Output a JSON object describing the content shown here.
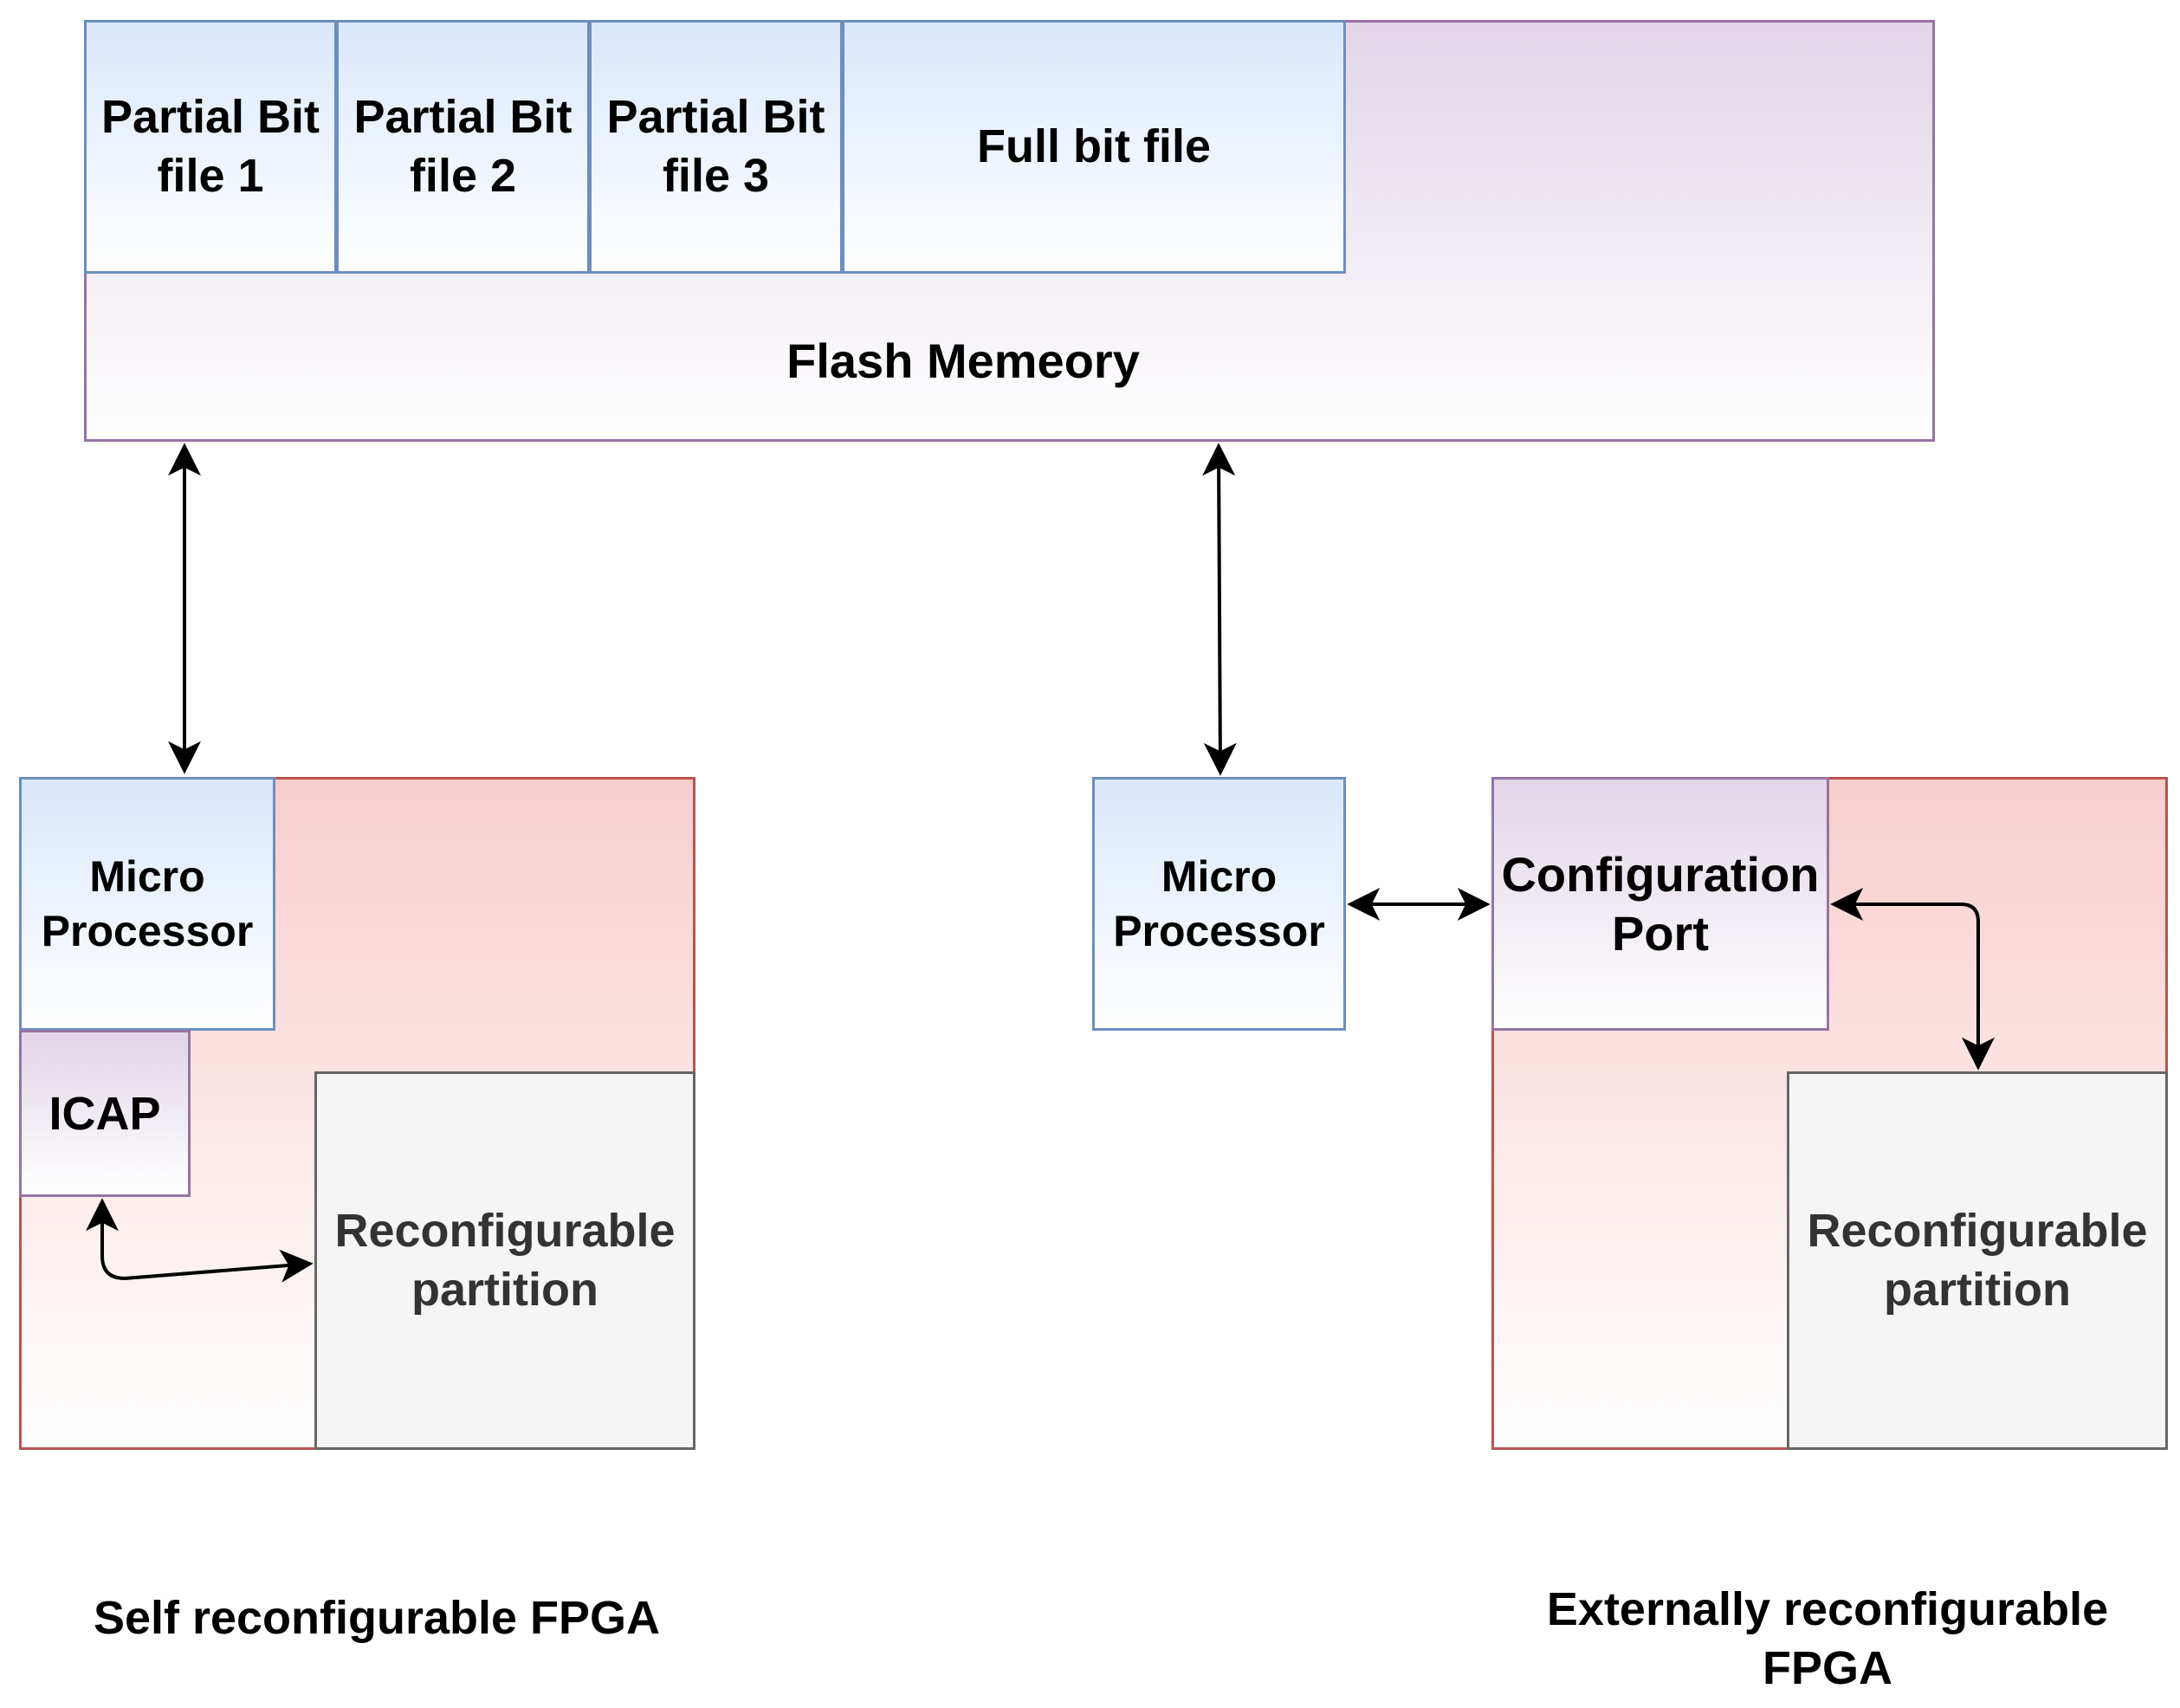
{
  "flash_memory": {
    "label": "Flash Memeory",
    "files": [
      "Partial Bit\nfile 1",
      "Partial Bit\nfile 2",
      "Partial Bit\nfile 3",
      "Full bit file"
    ]
  },
  "self_fpga": {
    "processor": "Micro\nProcessor",
    "icap": "ICAP",
    "partition": "Reconfigurable\npartition",
    "caption": "Self reconfigurable FPGA"
  },
  "external": {
    "processor": "Micro\nProcessor",
    "config_port": "Configuration\nPort",
    "partition": "Reconfigurable\npartition",
    "caption": "Externally reconfigurable\nFPGA"
  },
  "colors": {
    "blue_fill": "#dae8fc",
    "blue_stroke": "#6c8ebf",
    "purple_fill": "#e1d5e7",
    "purple_stroke": "#9673a6",
    "red_fill": "#f8cecc",
    "red_stroke": "#b85450",
    "grey_fill": "#f5f5f5",
    "grey_stroke": "#666666"
  }
}
